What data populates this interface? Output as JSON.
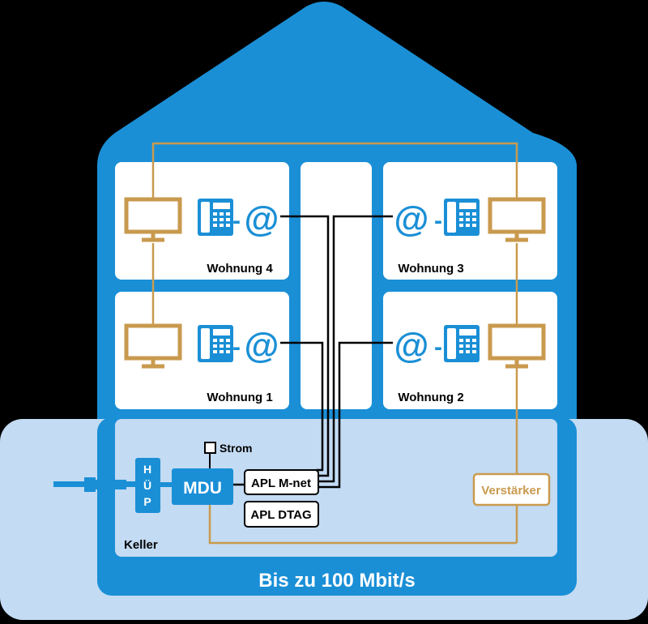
{
  "colors": {
    "background": "#000000",
    "house_blue": "#1a8fd6",
    "ground_light_blue": "#c3dbf3",
    "room_white": "#ffffff",
    "cable_gold": "#c99a4e",
    "device_blue": "#1a8fd6",
    "line_black": "#000000"
  },
  "apartments": [
    {
      "id": "wohnung-4",
      "label": "Wohnung 4"
    },
    {
      "id": "wohnung-3",
      "label": "Wohnung 3"
    },
    {
      "id": "wohnung-1",
      "label": "Wohnung 1"
    },
    {
      "id": "wohnung-2",
      "label": "Wohnung 2"
    }
  ],
  "basement": {
    "label": "Keller",
    "hup_letters": [
      "H",
      "Ü",
      "P"
    ],
    "mdu_label": "MDU",
    "strom_label": "Strom",
    "apl_mnet_label": "APL M-net",
    "apl_dtag_label": "APL DTAG",
    "amplifier_label": "Verstärker"
  },
  "icons": {
    "monitor": "tv-monitor-icon",
    "phone": "telephone-icon",
    "internet": "at-sign-icon",
    "dash": "-"
  },
  "speed_label": "Bis zu 100 Mbit/s"
}
